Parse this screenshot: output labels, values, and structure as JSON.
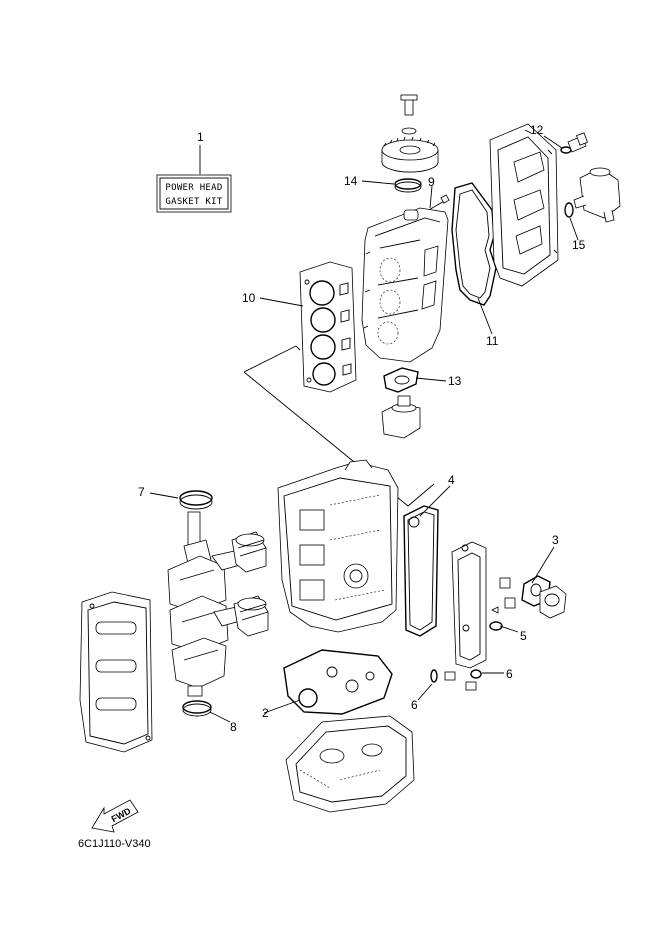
{
  "kit": {
    "line1": "POWER HEAD",
    "line2": "GASKET KIT"
  },
  "callouts": [
    "1",
    "2",
    "3",
    "4",
    "5",
    "6",
    "6",
    "7",
    "8",
    "9",
    "10",
    "11",
    "12",
    "13",
    "14",
    "15"
  ],
  "direction_label": "FWD",
  "diagram_code": "6C1J110-V340"
}
